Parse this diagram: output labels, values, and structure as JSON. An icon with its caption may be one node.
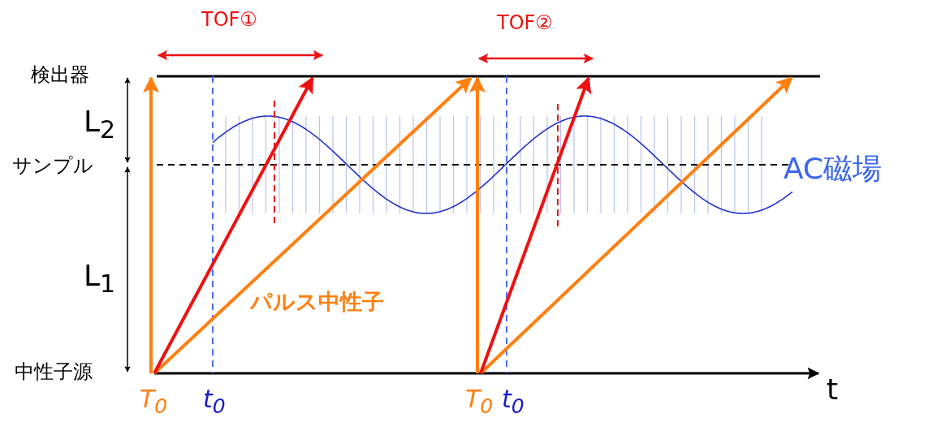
{
  "diagram": {
    "labels": [
      "TOF①",
      "TOF②",
      "検出器",
      "L$_{2}$",
      "サンプル",
      "AC磁場",
      "L$_{1}$",
      "パルス中性子",
      "中性子源",
      "t",
      "T$_{0}$",
      "t$_{0}$",
      "T$_{0}$",
      "t$_{0}$"
    ]
  }
}
